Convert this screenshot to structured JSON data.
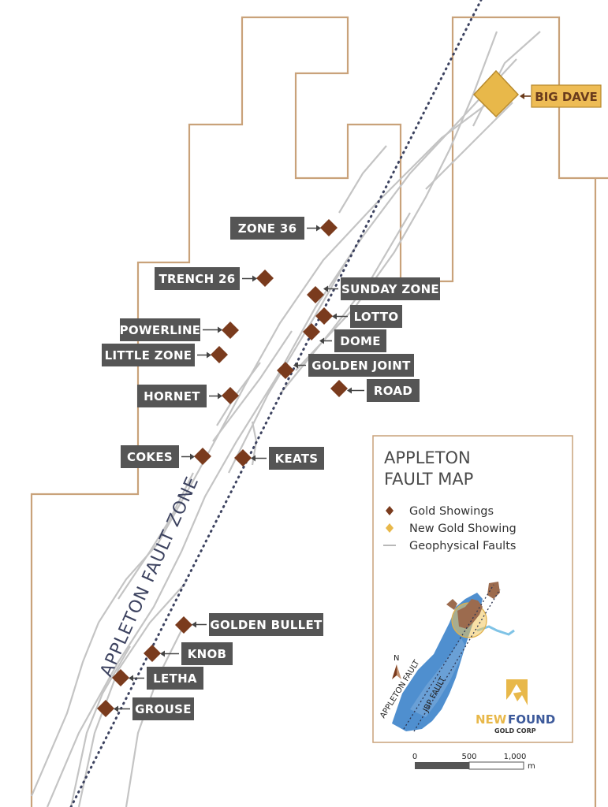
{
  "legend": {
    "title_line1": "APPLETON",
    "title_line2": "FAULT MAP",
    "items": [
      {
        "label": "Gold Showings",
        "color": "#7a3b1d",
        "symbol": "diamond"
      },
      {
        "label": "New Gold Showing",
        "color": "#e8b84a",
        "symbol": "diamond"
      },
      {
        "label": "Geophysical Faults",
        "color": "#b8b8b8",
        "symbol": "line"
      }
    ]
  },
  "fault_zone_label": "APPLETON FAULT ZONE",
  "new_showing": {
    "label": "BIG DAVE"
  },
  "showings": [
    {
      "label": "ZONE 36"
    },
    {
      "label": "TRENCH 26"
    },
    {
      "label": "SUNDAY ZONE"
    },
    {
      "label": "LOTTO"
    },
    {
      "label": "POWERLINE"
    },
    {
      "label": "DOME"
    },
    {
      "label": "LITTLE ZONE"
    },
    {
      "label": "GOLDEN JOINT"
    },
    {
      "label": "ROAD"
    },
    {
      "label": "HORNET"
    },
    {
      "label": "COKES"
    },
    {
      "label": "KEATS"
    },
    {
      "label": "GOLDEN BULLET"
    },
    {
      "label": "KNOB"
    },
    {
      "label": "LETHA"
    },
    {
      "label": "GROUSE"
    }
  ],
  "scale_bar": {
    "tick_0": "0",
    "tick_1": "500",
    "tick_2": "1,000",
    "unit": "m"
  },
  "inset": {
    "north": "N",
    "appleton_fault": "APPLETON FAULT",
    "jbp_fault": "JBP FAULT"
  },
  "logo": {
    "part1": "NEW",
    "part2": "FOUND",
    "sub": "GOLD CORP"
  },
  "colors": {
    "claim_boundary": "#c9a27a",
    "gold_showing": "#7a3b1d",
    "new_showing": "#e8b84a",
    "label_bg": "#555555",
    "fault_line": "#c4c4c4",
    "fault_zone_dots": "#3d4360",
    "inset_blue": "#4f8fcf"
  }
}
